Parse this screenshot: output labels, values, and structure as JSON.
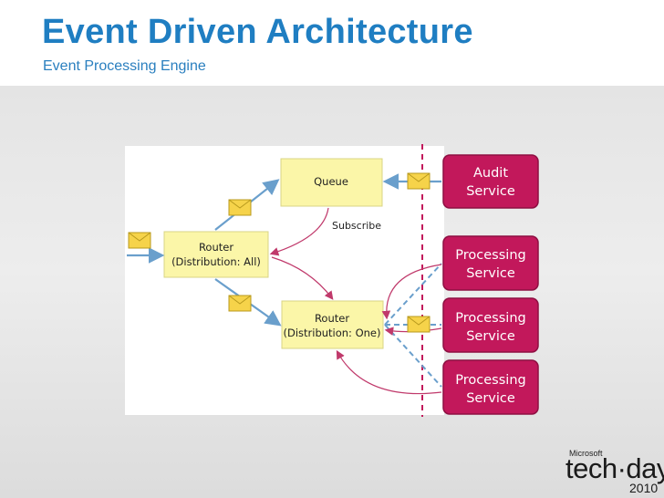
{
  "header": {
    "title": "Event Driven Architecture",
    "subtitle": "Event Processing Engine"
  },
  "diagram": {
    "queue_label": "Queue",
    "subscribe_label": "Subscribe",
    "router_all": {
      "line1": "Router",
      "line2": "(Distribution: All)"
    },
    "router_one": {
      "line1": "Router",
      "line2": "(Distribution: One)"
    },
    "services": [
      {
        "line1": "Audit",
        "line2": "Service"
      },
      {
        "line1": "Processing",
        "line2": "Service"
      },
      {
        "line1": "Processing",
        "line2": "Service"
      },
      {
        "line1": "Processing",
        "line2": "Service"
      }
    ],
    "colors": {
      "box_fill": "#fbf6a8",
      "box_stroke": "#d9d486",
      "service_fill": "#c2185b",
      "service_stroke": "#8e0f42",
      "arrow_blue": "#6a9fcc",
      "arrow_red": "#c0396b",
      "envelope": "#f6d34a",
      "divider": "#c2185b"
    }
  },
  "logo": {
    "brand": "Microsoft",
    "name": "tech·days",
    "year": "2010"
  }
}
